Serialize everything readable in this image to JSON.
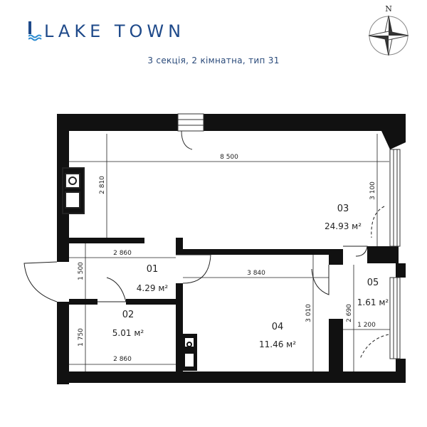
{
  "brand": {
    "name": "LAKE TOWN",
    "color": "#1f4a8a"
  },
  "subtitle": "3 секція, 2 кімнатна, тип 31",
  "compass": {
    "label": "N"
  },
  "rooms": [
    {
      "id": "03",
      "area": "24.93 м²"
    },
    {
      "id": "01",
      "area": "4.29 м²"
    },
    {
      "id": "02",
      "area": "5.01 м²"
    },
    {
      "id": "04",
      "area": "11.46 м²"
    },
    {
      "id": "05",
      "area": "1.61 м²"
    }
  ],
  "dimensions": {
    "d8500": "8 500",
    "d2810": "2 810",
    "d3100": "3 100",
    "d2860a": "2 860",
    "d1500": "1 500",
    "d3840": "3 840",
    "d3010": "3 010",
    "d2690": "2 690",
    "d1200": "1 200",
    "d1750": "1 750",
    "d2860b": "2 860"
  }
}
